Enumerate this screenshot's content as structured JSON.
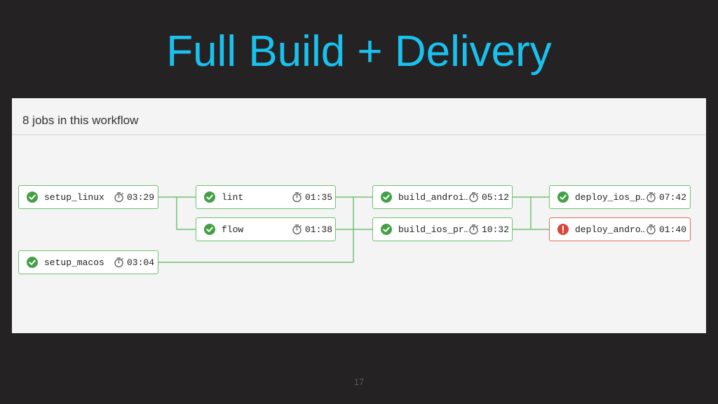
{
  "slide": {
    "title": "Full Build + Delivery",
    "page_number": "17"
  },
  "workflow": {
    "header": "8 jobs in this workflow",
    "jobs": [
      {
        "name": "setup_linux",
        "duration": "03:29",
        "status": "success"
      },
      {
        "name": "setup_macos",
        "duration": "03:04",
        "status": "success"
      },
      {
        "name": "lint",
        "duration": "01:35",
        "status": "success"
      },
      {
        "name": "flow",
        "duration": "01:38",
        "status": "success"
      },
      {
        "name": "build_androi…",
        "duration": "05:12",
        "status": "success"
      },
      {
        "name": "build_ios_pr…",
        "duration": "10:32",
        "status": "success"
      },
      {
        "name": "deploy_ios_p…",
        "duration": "07:42",
        "status": "success"
      },
      {
        "name": "deploy_andro…",
        "duration": "01:40",
        "status": "failed"
      }
    ]
  },
  "colors": {
    "title": "#19c2ee",
    "success": "#44a047",
    "success_border": "#6ec173",
    "failed": "#d9463c",
    "failed_border": "#e26a5e",
    "connector": "#6ec173"
  }
}
